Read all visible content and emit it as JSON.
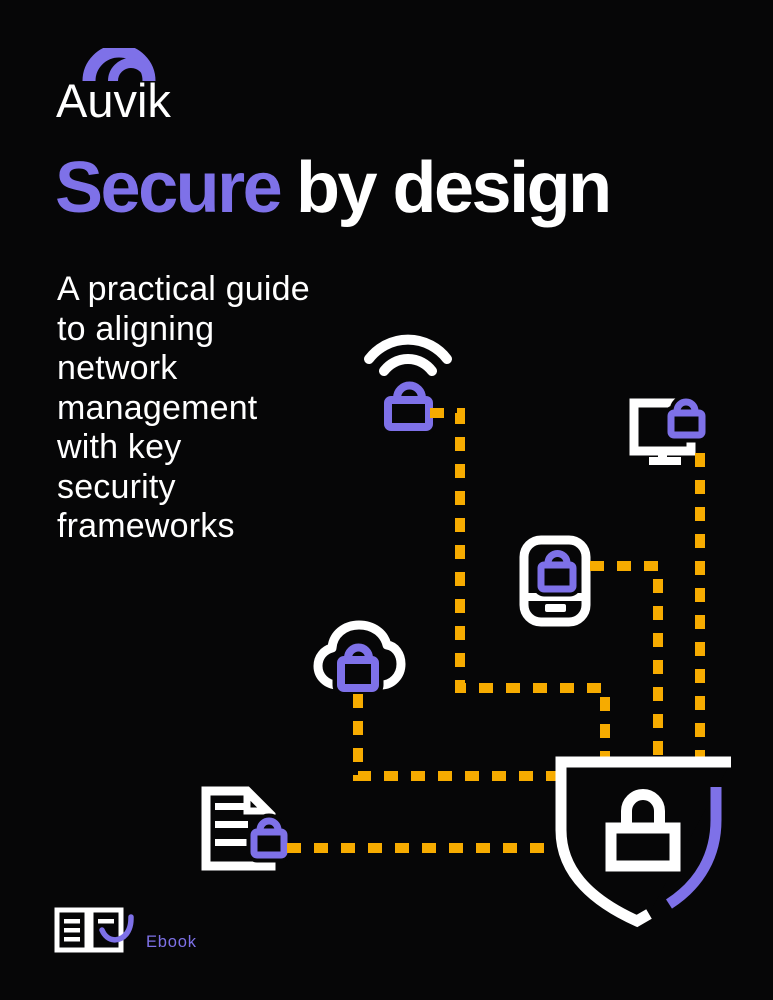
{
  "brand": {
    "name": "Auvik"
  },
  "title": {
    "highlight": "Secure",
    "rest": "by design"
  },
  "subtitle": {
    "text": "A practical guide\nto aligning\nnetwork\nmanagement\nwith key\nsecurity\nframeworks"
  },
  "footer": {
    "label": "Ebook"
  },
  "colors": {
    "background": "#060607",
    "purple": "#7E71E8",
    "amber": "#F6AB00",
    "white": "#FFFFFF"
  },
  "illustration": {
    "nodes": [
      {
        "name": "wifi-lock"
      },
      {
        "name": "monitor-lock"
      },
      {
        "name": "mobile-lock"
      },
      {
        "name": "cloud-lock"
      },
      {
        "name": "document-lock"
      },
      {
        "name": "shield-lock"
      }
    ],
    "connector": {
      "style": "dotted",
      "color": "#F6AB00"
    }
  }
}
